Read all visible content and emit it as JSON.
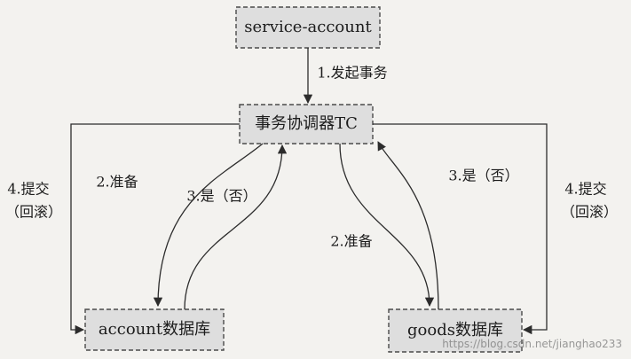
{
  "nodes": {
    "service": "service-account",
    "tc": "事务协调器TC",
    "account": "account数据库",
    "goods": "goods数据库"
  },
  "edges": {
    "start": "1.发起事务",
    "prepare_account": "2.准备",
    "yes_no_account": "3.是（否）",
    "commit_account_line1": "4.提交",
    "commit_account_line2": "（回滚）",
    "prepare_goods": "2.准备",
    "yes_no_goods": "3.是（否）",
    "commit_goods_line1": "4.提交",
    "commit_goods_line2": "（回滚）"
  },
  "watermark": "https://blog.csdn.net/jianghao233"
}
